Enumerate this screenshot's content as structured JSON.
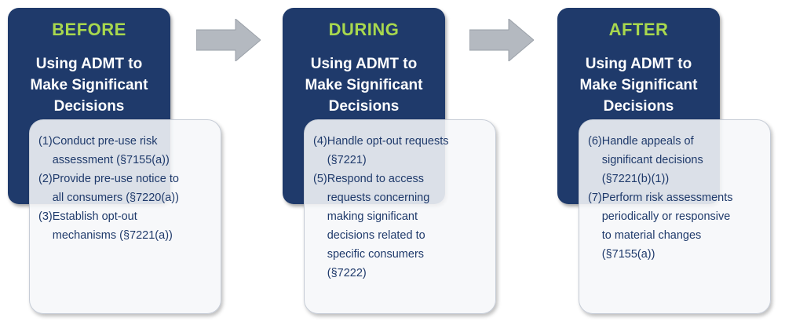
{
  "phases": [
    {
      "label": "BEFORE",
      "subtitle_lines": [
        "Using ADMT to",
        "Make Significant",
        "Decisions"
      ],
      "items": [
        {
          "num": "(1)",
          "lines": [
            "Conduct pre-use risk",
            "assessment (§7155(a))"
          ]
        },
        {
          "num": "(2)",
          "lines": [
            "Provide pre-use notice to",
            "all consumers  (§7220(a))"
          ]
        },
        {
          "num": "(3)",
          "lines": [
            "Establish opt-out",
            "mechanisms (§7221(a))"
          ]
        }
      ]
    },
    {
      "label": "DURING",
      "subtitle_lines": [
        "Using ADMT to",
        "Make Significant",
        "Decisions"
      ],
      "items": [
        {
          "num": "(4)",
          "lines": [
            "Handle opt-out requests",
            "(§7221)"
          ]
        },
        {
          "num": "(5)",
          "lines": [
            "Respond to access",
            "requests concerning",
            "making significant",
            "decisions related to",
            "specific consumers",
            "(§7222)"
          ]
        }
      ]
    },
    {
      "label": "AFTER",
      "subtitle_lines": [
        "Using ADMT to",
        "Make Significant",
        "Decisions"
      ],
      "items": [
        {
          "num": "(6)",
          "lines": [
            "Handle appeals of",
            "significant decisions",
            "(§7221(b)(1))"
          ]
        },
        {
          "num": "(7)",
          "lines": [
            "Perform risk assessments",
            "periodically or responsive",
            "to material changes",
            "(§7155(a))"
          ]
        }
      ]
    }
  ],
  "colors": {
    "header_bg": "#1f3a6b",
    "phase_label": "#a8d84e",
    "subtitle": "#ffffff",
    "detail_text": "#1f3a6b",
    "arrow": "#b4b9c0"
  }
}
